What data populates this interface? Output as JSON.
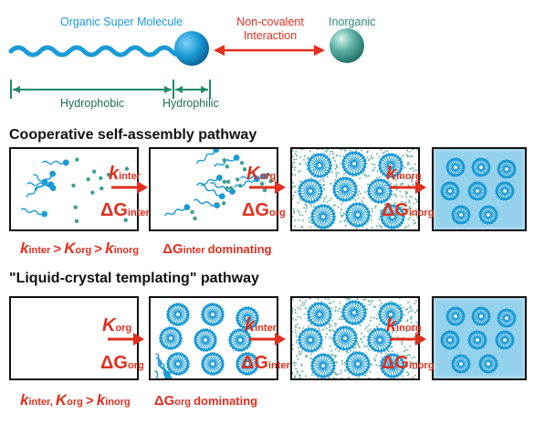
{
  "legend": {
    "organic_label": "Organic Super Molecule",
    "interaction_label": "Non-covalent\nInteraction",
    "inorganic_label": "Inorganic",
    "hydrophobic_label": "Hydrophobic",
    "hydrophilic_label": "Hydrophilic"
  },
  "cooperative": {
    "title": "Cooperative self-assembly pathway",
    "step1": {
      "k": "k",
      "k_sub": "inter",
      "dg": "ΔG",
      "dg_sub": "inter"
    },
    "step2": {
      "k": "K",
      "k_sub": "org",
      "dg": "ΔG",
      "dg_sub": "org"
    },
    "step3": {
      "k": "k",
      "k_sub": "inorg",
      "dg": "ΔG",
      "dg_sub": "inorg"
    },
    "condition": {
      "k1": "k",
      "k1_sub": "inter",
      "gt1": ">",
      "k2": "K",
      "k2_sub": "org",
      "gt2": ">",
      "k3": "k",
      "k3_sub": "inorg",
      "dg": "ΔG",
      "dg_sub": "inter",
      "dominating": "dominating"
    }
  },
  "templating": {
    "title": "\"Liquid-crystal templating\" pathway",
    "step1": {
      "k": "K",
      "k_sub": "org",
      "dg": "ΔG",
      "dg_sub": "org"
    },
    "step2": {
      "k": "k",
      "k_sub": "inter",
      "dg": "ΔG",
      "dg_sub": "inter"
    },
    "step3": {
      "k": "k",
      "k_sub": "inorg",
      "dg": "ΔG",
      "dg_sub": "inorg"
    },
    "condition": {
      "k1": "k",
      "k1_sub": "inter,",
      "k2": "K",
      "k2_sub": "org",
      "gt": ">",
      "k3": "k",
      "k3_sub": "inorg",
      "dg": "ΔG",
      "dg_sub": "org",
      "dominating": "dominating"
    }
  },
  "colors": {
    "organic_blue": "#1a9ad6",
    "inorganic_teal": "#3f9e92",
    "arrow_red": "#e0301e",
    "hydro_green": "#1f8a6c",
    "silica_fill": "#a9d9ee"
  }
}
